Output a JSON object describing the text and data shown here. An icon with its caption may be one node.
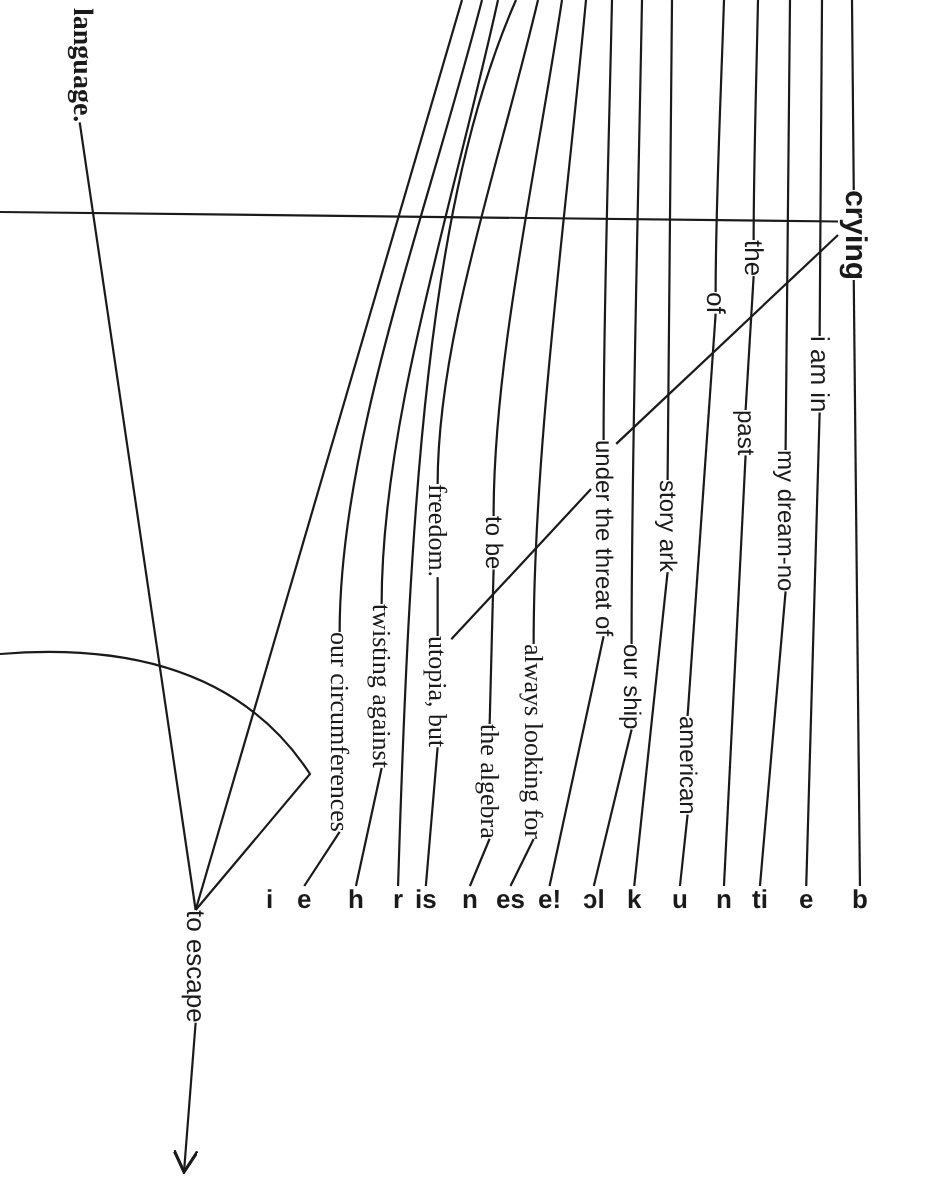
{
  "diagram": {
    "nodes": [
      {
        "text": [
          "language."
        ]
      },
      {
        "text": [
          "crying"
        ]
      },
      {
        "text": [
          "i am in"
        ]
      },
      {
        "text": [
          "the"
        ]
      },
      {
        "text": [
          "of"
        ]
      },
      {
        "text": [
          "my dream-no"
        ]
      },
      {
        "text": [
          "past"
        ]
      },
      {
        "text": [
          "story ark"
        ]
      },
      {
        "text": [
          "under the threat of"
        ]
      },
      {
        "text": [
          "our ship"
        ]
      },
      {
        "text": [
          "american"
        ]
      },
      {
        "text": [
          "to be"
        ]
      },
      {
        "text": [
          "freedom."
        ]
      },
      {
        "text": [
          "always looking for"
        ]
      },
      {
        "text": [
          "utopia, but"
        ]
      },
      {
        "text": [
          "the algebra"
        ]
      },
      {
        "text": [
          "twisting against"
        ]
      },
      {
        "text": [
          "our circumferences"
        ]
      },
      {
        "text": [
          "to escape"
        ]
      },
      {
        "text": [
          "b"
        ]
      },
      {
        "text": [
          "e"
        ]
      },
      {
        "text": [
          "ti"
        ]
      },
      {
        "text": [
          "n"
        ]
      },
      {
        "text": [
          "u"
        ]
      },
      {
        "text": [
          "k"
        ]
      },
      {
        "text": [
          "ɔl"
        ]
      },
      {
        "text": [
          "e!"
        ]
      },
      {
        "text": [
          "es"
        ]
      },
      {
        "text": [
          "n"
        ]
      },
      {
        "text": [
          "is"
        ]
      },
      {
        "text": [
          "r"
        ]
      },
      {
        "text": [
          "h"
        ]
      },
      {
        "text": [
          "e"
        ]
      }
    ],
    "edges": [
      {
        "from": null,
        "to": 1,
        "arrow": "none"
      },
      {
        "from": null,
        "to": 1,
        "arrow": "none"
      },
      {
        "from": 1,
        "to": 19,
        "arrow": "none"
      },
      {
        "from": 1,
        "to": 8,
        "arrow": "none"
      },
      {
        "from": 8,
        "to": 14,
        "arrow": "none"
      },
      {
        "from": null,
        "to": 2,
        "arrow": "none"
      },
      {
        "from": 2,
        "to": 20,
        "arrow": "none"
      },
      {
        "from": null,
        "to": 5,
        "arrow": "none"
      },
      {
        "from": 5,
        "to": 21,
        "arrow": "none"
      },
      {
        "from": null,
        "to": 3,
        "arrow": "none"
      },
      {
        "from": 3,
        "to": 6,
        "arrow": "none"
      },
      {
        "from": 6,
        "to": 22,
        "arrow": "none"
      },
      {
        "from": null,
        "to": 4,
        "arrow": "none"
      },
      {
        "from": 4,
        "to": 10,
        "arrow": "none"
      },
      {
        "from": 10,
        "to": 23,
        "arrow": "none"
      },
      {
        "from": null,
        "to": 7,
        "arrow": "none"
      },
      {
        "from": 7,
        "to": 24,
        "arrow": "none"
      },
      {
        "from": null,
        "to": 8,
        "arrow": "none"
      },
      {
        "from": 8,
        "to": 26,
        "arrow": "none"
      },
      {
        "from": null,
        "to": 9,
        "arrow": "none"
      },
      {
        "from": 9,
        "to": 25,
        "arrow": "none"
      },
      {
        "from": null,
        "to": 13,
        "arrow": "none"
      },
      {
        "from": 13,
        "to": 27,
        "arrow": "none"
      },
      {
        "from": null,
        "to": 11,
        "arrow": "none"
      },
      {
        "from": 11,
        "to": 15,
        "arrow": "none"
      },
      {
        "from": 15,
        "to": 28,
        "arrow": "none"
      },
      {
        "from": null,
        "to": 12,
        "arrow": "none"
      },
      {
        "from": 12,
        "to": 14,
        "arrow": "none"
      },
      {
        "from": 14,
        "to": 29,
        "arrow": "none"
      },
      {
        "from": null,
        "to": 30,
        "arrow": "none"
      },
      {
        "from": null,
        "to": 16,
        "arrow": "none"
      },
      {
        "from": 16,
        "to": 31,
        "arrow": "none"
      },
      {
        "from": null,
        "to": 17,
        "arrow": "none"
      },
      {
        "from": 17,
        "to": 32,
        "arrow": "none"
      },
      {
        "from": null,
        "to": 18,
        "arrow": "none"
      },
      {
        "from": 0,
        "to": 18,
        "arrow": "none"
      },
      {
        "from": null,
        "to": 18,
        "arrow": "none"
      },
      {
        "from": 18,
        "to": null,
        "arrow": "to"
      }
    ],
    "labels": [
      "i"
    ]
  }
}
